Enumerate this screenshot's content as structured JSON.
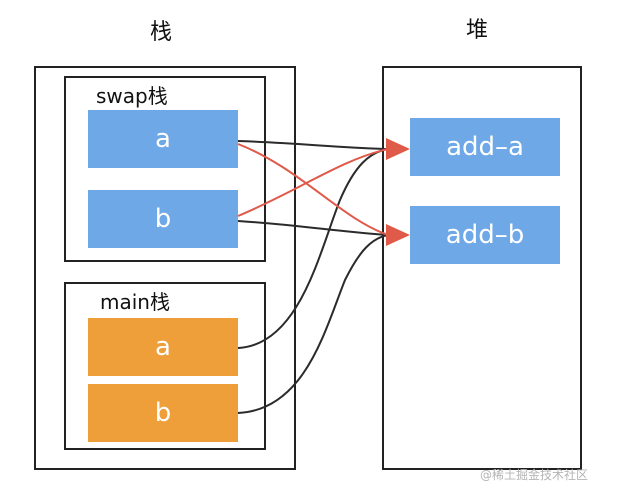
{
  "stack": {
    "title": "栈"
  },
  "heap": {
    "title": "堆"
  },
  "swap": {
    "label": "swap栈",
    "var_a": "a",
    "var_b": "b"
  },
  "main": {
    "label": "main栈",
    "var_a": "a",
    "var_b": "b"
  },
  "heap_items": {
    "add_a": "add–a",
    "add_b": "add–b"
  },
  "colors": {
    "blue_cell": "#6ea8e6",
    "orange_cell": "#ef9f3a",
    "black_arrow": "#2b2b2b",
    "red_arrow": "#e05a4a"
  },
  "watermark": "@稀土掘金技术社区"
}
